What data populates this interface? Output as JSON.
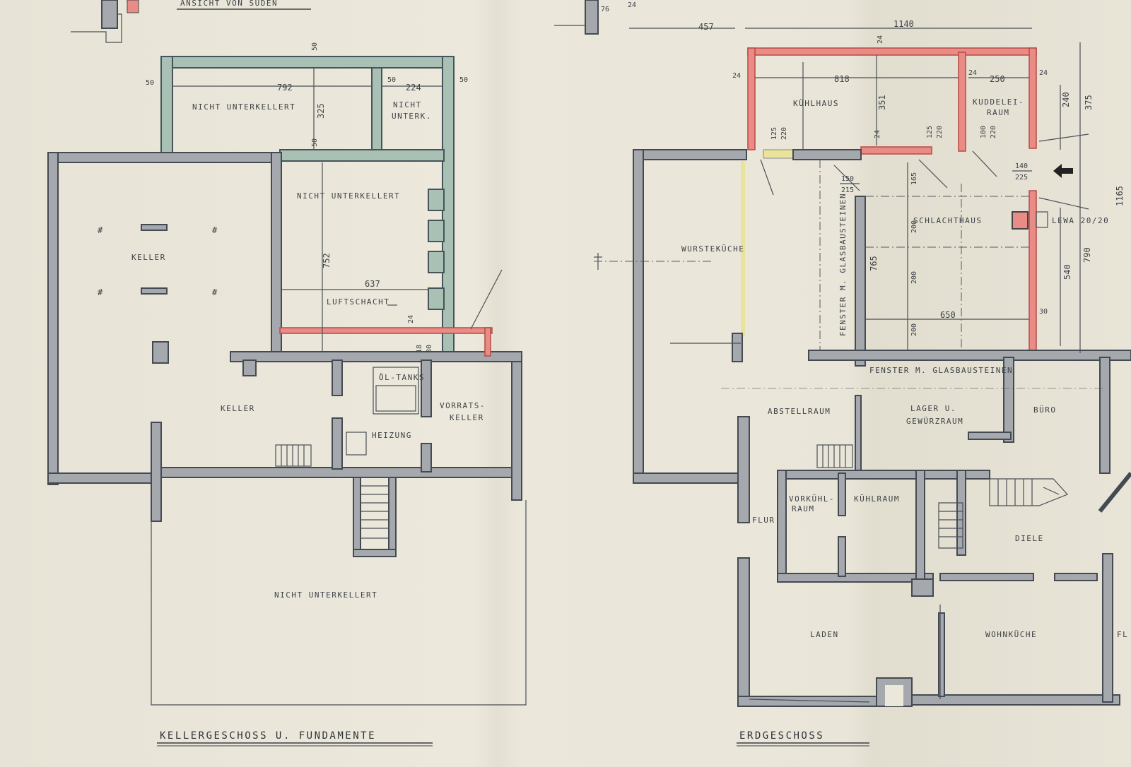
{
  "titles": {
    "top_left": "ANSICHT VON SÜDEN",
    "basement": "KELLERGESCHOSS U. FUNDAMENTE",
    "ground": "ERDGESCHOSS"
  },
  "basement_rooms": {
    "nicht_unterkellert_1": "NICHT UNTERKELLERT",
    "nicht_unterk": "NICHT",
    "nicht_unterk_2": "UNTERK.",
    "nicht_unterkellert_2": "NICHT UNTERKELLERT",
    "keller_1": "KELLER",
    "keller_2": "KELLER",
    "luftschacht": "LUFTSCHACHT",
    "oel_tanks": "ÖL-TANKS",
    "vorrats": "VORRATS-",
    "vorrats_2": "KELLER",
    "heizung": "HEIZUNG",
    "nicht_unterkellert_3": "NICHT UNTERKELLERT"
  },
  "basement_dims": {
    "d792": "792",
    "d224": "224",
    "d325": "325",
    "d50a": "50",
    "d50b": "50",
    "d50c": "50",
    "d50d": "50",
    "d50e": "50",
    "d752": "752",
    "d637": "637",
    "d24": "24",
    "d18": "18",
    "d30": "30"
  },
  "ground_rooms": {
    "kuehlhaus": "KÜHLHAUS",
    "kuddelei": "KUDDELEI-",
    "kuddelei_2": "RAUM",
    "wurstekueche": "WURSTEKÜCHE",
    "schlachthaus": "SCHLACHTHAUS",
    "lewa": "LEWA 20/20",
    "fenster_v": "FENSTER M. GLASBAUSTEINEN",
    "fenster_h": "FENSTER M. GLASBAUSTEINEN",
    "abstellraum": "ABSTELLRAUM",
    "lager": "LAGER U.",
    "lager_2": "GEWÜRZRAUM",
    "buero": "BÜRO",
    "vorkuehl": "VORKÜHL-",
    "vorkuehl_2": "RAUM",
    "kuehlraum": "KÜHLRAUM",
    "flur": "FLUR",
    "diele": "DIELE",
    "laden": "LADEN",
    "wohnkueche": "WOHNKÜCHE",
    "fl_edge": "FL"
  },
  "ground_dims": {
    "d457": "457",
    "d1140": "1140",
    "d818": "818",
    "d250": "250",
    "d24a": "24",
    "d24b": "24",
    "d24c": "24",
    "d24d": "24",
    "d24e": "24",
    "d351": "351",
    "d240": "240",
    "d375": "375",
    "d1165": "1165",
    "d125a": "125",
    "d220a": "220",
    "d125b": "125",
    "d220b": "220",
    "d100": "100",
    "d220c": "220",
    "d150": "150",
    "d215": "215",
    "d140": "140",
    "d225": "225",
    "d165": "165",
    "d200a": "200",
    "d200b": "200",
    "d200c": "200",
    "d765": "765",
    "d540": "540",
    "d790": "790",
    "d650": "650",
    "d30": "30",
    "d76": "76",
    "d24f": "24"
  },
  "colors": {
    "paper": "#ebe7db",
    "wall": "#a5a9ae",
    "green_wall": "#a9c0b4",
    "red_wall": "#e98c86",
    "yellow": "#e9e49a"
  },
  "icons": [
    "arrow-left-icon"
  ]
}
